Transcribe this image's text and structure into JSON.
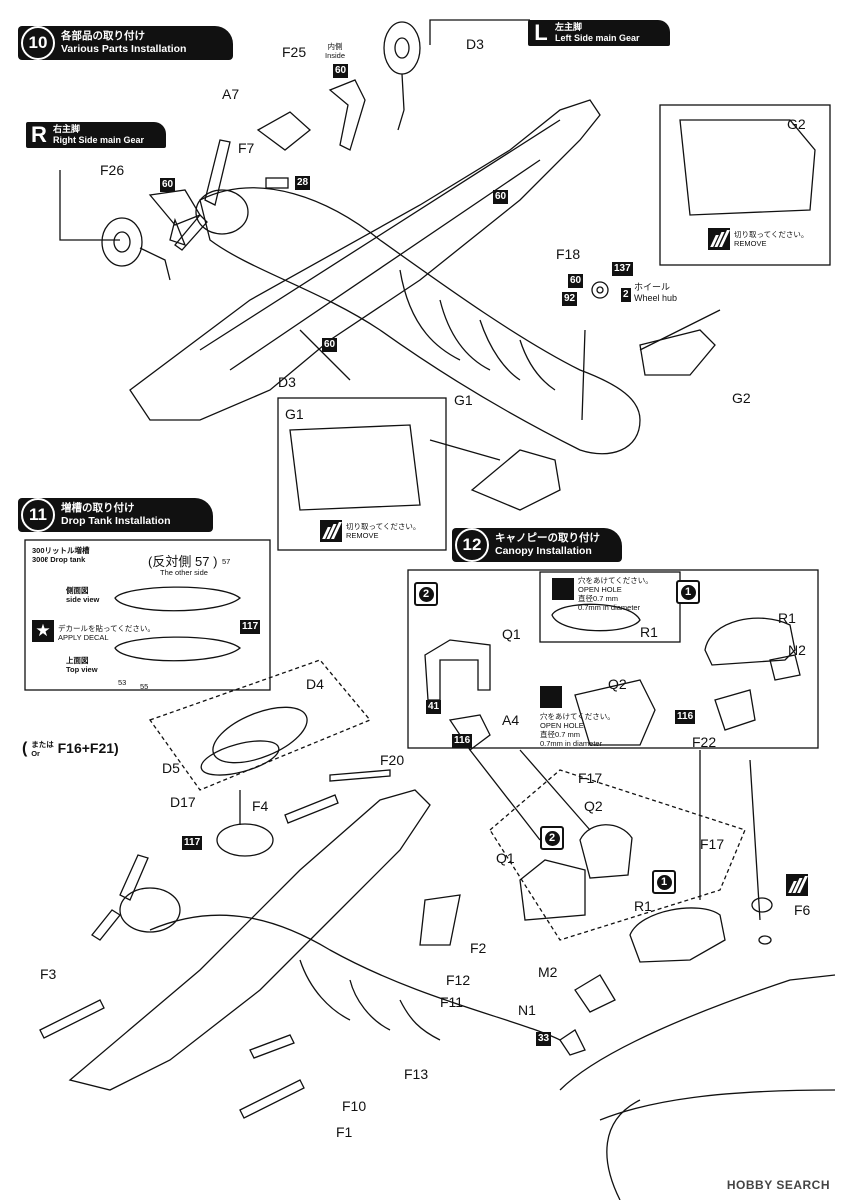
{
  "step10": {
    "number": "10",
    "title_jp": "各部品の取り付け",
    "title_en": "Various Parts Installation"
  },
  "step11": {
    "number": "11",
    "title_jp": "増槽の取り付け",
    "title_en": "Drop Tank Installation"
  },
  "step12": {
    "number": "12",
    "title_jp": "キャノピーの取り付け",
    "title_en": "Canopy Installation"
  },
  "left_gear": {
    "letter": "L",
    "jp": "左主脚",
    "en": "Left Side main Gear"
  },
  "right_gear": {
    "letter": "R",
    "jp": "右主脚",
    "en": "Right Side main Gear"
  },
  "inside": {
    "jp": "内側",
    "en": "Inside"
  },
  "wheel_hub": {
    "number": "2",
    "jp": "ホイール",
    "en": "Wheel hub"
  },
  "remove": {
    "jp": "切り取ってください。",
    "en": "REMOVE"
  },
  "open_hole": {
    "jp": "穴をあけてください。",
    "en": "OPEN HOLE",
    "diam_jp": "直径0.7 mm",
    "diam_en": "0.7mm in diameter"
  },
  "drop_tank": {
    "jp": "300リットル増槽",
    "en": "300ℓ Drop tank",
    "other_side_jp": "(反対側",
    "other_side_num": "57",
    "other_side_close": ")",
    "other_side_en": "The other side",
    "side_jp": "側面図",
    "side_en": "side view",
    "top_jp": "上面図",
    "top_en": "Top view",
    "apply_jp": "デカールを貼ってください。",
    "apply_en": "APPLY DECAL",
    "decals": [
      "57",
      "53",
      "55"
    ],
    "paint": "117"
  },
  "alt": {
    "prefix_jp": "または",
    "prefix_en": "Or",
    "parts": "F16+F21)"
  },
  "parts": {
    "F25": "F25",
    "A7": "A7",
    "F7": "F7",
    "D3a": "D3",
    "D3b": "D3",
    "F26": "F26",
    "G2a": "G2",
    "G2b": "G2",
    "G1a": "G1",
    "G1b": "G1",
    "F18": "F18",
    "D4": "D4",
    "D5": "D5",
    "D17": "D17",
    "F4": "F4",
    "F20": "F20",
    "F3": "F3",
    "F2": "F2",
    "F12": "F12",
    "F11": "F11",
    "F13": "F13",
    "F10": "F10",
    "F1": "F1",
    "Q1a": "Q1",
    "A4": "A4",
    "R1a": "R1",
    "Q2a": "Q2",
    "R1b": "R1",
    "N2": "N2",
    "F22": "F22",
    "F17a": "F17",
    "Q2b": "Q2",
    "Q1b": "Q1",
    "F17b": "F17",
    "R1c": "R1",
    "F6": "F6",
    "M2": "M2",
    "N1": "N1"
  },
  "paints": {
    "p60a": "60",
    "p60b": "60",
    "p60c": "60",
    "p60d": "60",
    "p60e": "60",
    "p28": "28",
    "p137": "137",
    "p92": "92",
    "p117a": "117",
    "p41": "41",
    "p116a": "116",
    "p116b": "116",
    "p33": "33"
  },
  "variants": {
    "v2a": "2",
    "v1a": "1",
    "v2b": "2",
    "v1b": "1"
  },
  "watermark": "HOBBY SEARCH"
}
